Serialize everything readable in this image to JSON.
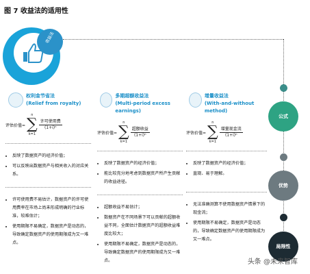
{
  "title": "图 7 收益法的适用性",
  "hero": {
    "label": "收益法",
    "icon": "hand-thumbs-up-icon"
  },
  "methods": [
    {
      "name_cn": "权利金节省法",
      "name_en": "(Relief from royalty)",
      "formula_label": "评估价值=",
      "formula_num": "许可使用费",
      "formula_den": "(1+i)ⁿ",
      "formula_sum_top": "n",
      "formula_sum_bottom": "k=1",
      "icon": "money-bag-icon",
      "advantages": [
        "反映了数据资产的经济价值；",
        "可以反映出数据资产与相关收入的对应关系。"
      ],
      "limitations": [
        "许可使用费不易估计，数据资产的许可使用费率在市场上尚未形成明确的行业标准，较难估计；",
        "使用期限不易确定，数据资产是动态的，导致确定数据资产的使用期限成为又一难点。"
      ]
    },
    {
      "name_cn": "多期超额收益法",
      "name_en": "(Multi-period excess earnings)",
      "formula_label": "评估价值=",
      "formula_num": "超额收益",
      "formula_den": "(1+i)ⁿ",
      "formula_sum_top": "n",
      "formula_sum_bottom": "k=1",
      "icon": "money-bag-icon",
      "advantages": [
        "反映了数据资产的经济价值；",
        "能比较充分地考虑到数据资产所产生贡献的收益途径。"
      ],
      "limitations": [
        "超额收益不易估计；",
        "数据资产在不同场景下可以贡献的超额收益不同，全面估计数据资产的超额收益难度比较大；",
        "使用期限不易确定，数据资产是动态的，导致确定数据资产的使用期限成为又一难点。"
      ]
    },
    {
      "name_cn": "增量收益法",
      "name_en": "(With-and-without method)",
      "formula_label": "评估价值=",
      "formula_num": "增量现金流",
      "formula_den": "(1+i)ⁿ",
      "formula_sum_top": "n",
      "formula_sum_bottom": "k=1",
      "icon": "money-bag-icon",
      "advantages": [
        "反映了数据资产的经济价值；",
        "直观、易于理解。"
      ],
      "limitations": [
        "无法准确测算不使用数据资产情景下的现金流；",
        "使用期限不易确定，数据资产是动态的，导致确定数据资产的使用期限成为又一难点。"
      ]
    }
  ],
  "stages": [
    {
      "label": "公式",
      "color": "#2ea383"
    },
    {
      "label": "优势",
      "color": "#6d7a80"
    },
    {
      "label": "局限性",
      "color": "#1d2b33"
    }
  ],
  "stage_dot_color": "#3b8e8a",
  "watermark": "头条 @未来智库"
}
